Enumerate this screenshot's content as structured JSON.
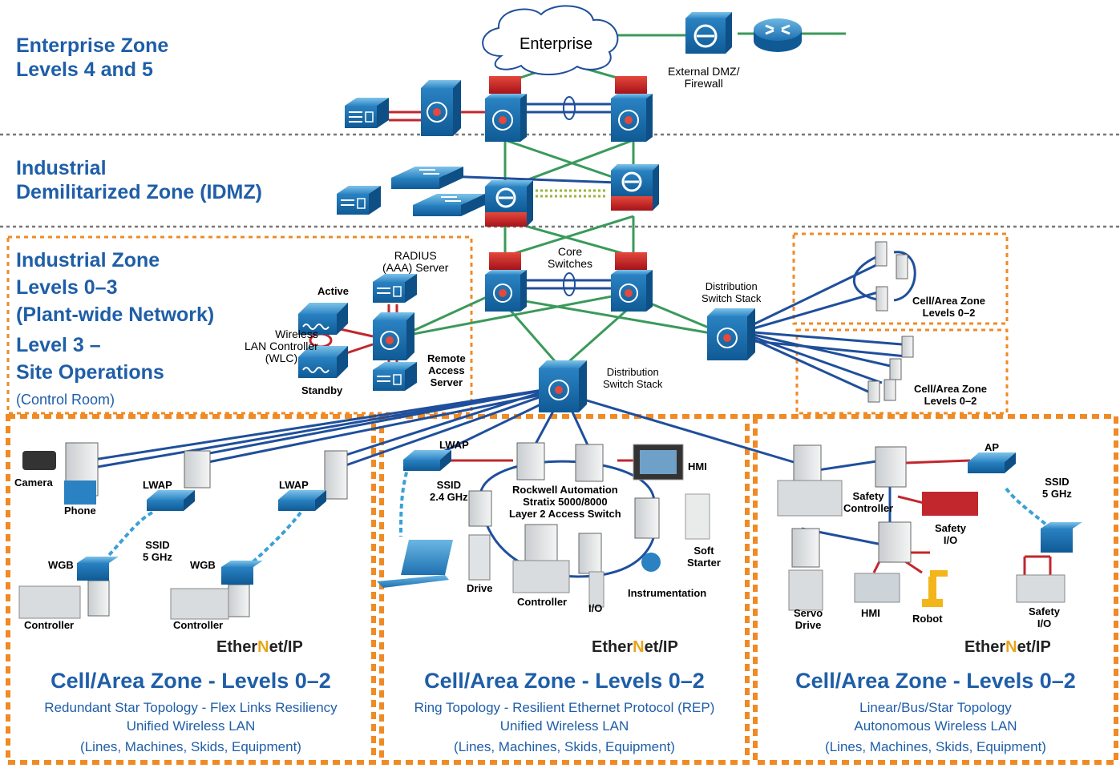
{
  "zones": {
    "enterprise": {
      "line1": "Enterprise Zone",
      "line2": "Levels 4 and 5"
    },
    "idmz": {
      "line1": "Industrial",
      "line2": "Demilitarized Zone (IDMZ)"
    },
    "industrial": {
      "line1": "Industrial Zone",
      "line2": "Levels 0–3",
      "line3": "(Plant-wide Network)",
      "line4": "Level 3 –",
      "line5": "Site Operations",
      "sub": "(Control Room)"
    }
  },
  "labels": {
    "enterprise_cloud": "Enterprise",
    "dmz_firewall_1": "External DMZ/",
    "dmz_firewall_2": "Firewall",
    "radius_1": "RADIUS",
    "radius_2": "(AAA) Server",
    "core_1": "Core",
    "core_2": "Switches",
    "active": "Active",
    "standby": "Standby",
    "wlc_1": "Wireless",
    "wlc_2": "LAN Controller",
    "wlc_3": "(WLC)",
    "ras_1": "Remote",
    "ras_2": "Access",
    "ras_3": "Server",
    "dist_stack_a_1": "Distribution",
    "dist_stack_a_2": "Switch Stack",
    "dist_stack_b_1": "Distribution",
    "dist_stack_b_2": "Switch Stack",
    "cell_right_top_1": "Cell/Area Zone",
    "cell_right_top_2": "Levels 0–2",
    "cell_right_bot_1": "Cell/Area Zone",
    "cell_right_bot_2": "Levels 0–2",
    "camera": "Camera",
    "phone": "Phone",
    "lwap_a": "LWAP",
    "lwap_b": "LWAP",
    "lwap_c": "LWAP",
    "ssid_5_1": "SSID",
    "ssid_5_2": "5 GHz",
    "wgb_a": "WGB",
    "wgb_b": "WGB",
    "controller_a": "Controller",
    "controller_b": "Controller",
    "ssid_24_1": "SSID",
    "ssid_24_2": "2.4 GHz",
    "stratix_1": "Rockwell Automation",
    "stratix_2": "Stratix 5000/8000",
    "stratix_3": "Layer 2 Access Switch",
    "hmi_mid": "HMI",
    "drive": "Drive",
    "controller_mid": "Controller",
    "io": "I/O",
    "instrumentation": "Instrumentation",
    "soft_1": "Soft",
    "soft_2": "Starter",
    "safety_ctrl_1": "Safety",
    "safety_ctrl_2": "Controller",
    "safety_io_a_1": "Safety",
    "safety_io_a_2": "I/O",
    "ap": "AP",
    "ssid_r_1": "SSID",
    "ssid_r_2": "5 GHz",
    "servo_1": "Servo",
    "servo_2": "Drive",
    "hmi_right": "HMI",
    "robot": "Robot",
    "safety_io_b_1": "Safety",
    "safety_io_b_2": "I/O"
  },
  "ethernet_ip": {
    "part1": "Ether",
    "part2": "N",
    "part3": "et/IP"
  },
  "cells": [
    {
      "title": "Cell/Area Zone - Levels 0–2",
      "line1": "Redundant Star Topology - Flex Links Resiliency",
      "line2": "Unified Wireless LAN",
      "line3": "(Lines, Machines, Skids, Equipment)"
    },
    {
      "title": "Cell/Area Zone - Levels 0–2",
      "line1": "Ring Topology - Resilient Ethernet Protocol (REP)",
      "line2": "Unified Wireless LAN",
      "line3": "(Lines, Machines, Skids, Equipment)"
    },
    {
      "title": "Cell/Area Zone - Levels 0–2",
      "line1": "Linear/Bus/Star Topology",
      "line2": "Autonomous Wireless LAN",
      "line3": "(Lines, Machines, Skids, Equipment)"
    }
  ],
  "colors": {
    "blue_link": "#1f4f9c",
    "green_link": "#3a9a5a",
    "red_link": "#c1272d",
    "zone_border": "#f08a24",
    "title_blue": "#1f5ea8"
  }
}
